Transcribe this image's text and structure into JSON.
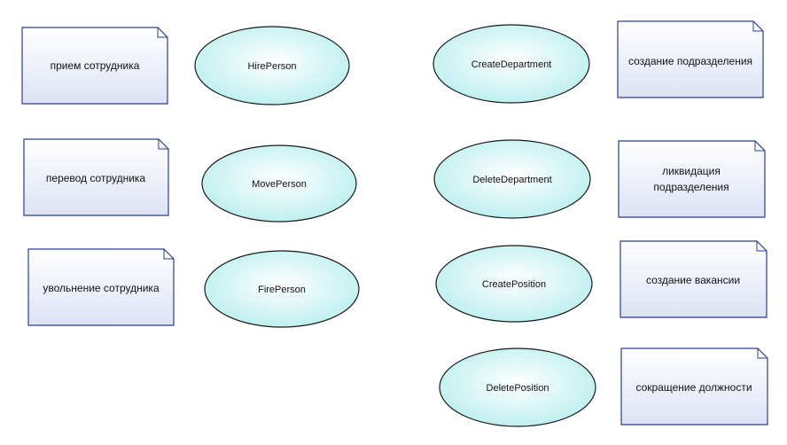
{
  "diagram": {
    "use_cases": [
      {
        "name": "HirePerson",
        "note": [
          "прием сотрудника"
        ]
      },
      {
        "name": "MovePerson",
        "note": [
          "перевод сотрудника"
        ]
      },
      {
        "name": "FirePerson",
        "note": [
          "увольнение сотрудника"
        ]
      },
      {
        "name": "CreateDepartment",
        "note": [
          "создание подразделения"
        ]
      },
      {
        "name": "DeleteDepartment",
        "note": [
          "ликвидация",
          "подразделения"
        ]
      },
      {
        "name": "CreatePosition",
        "note": [
          "создание вакансии"
        ]
      },
      {
        "name": "DeletePosition",
        "note": [
          "сокращение должности"
        ]
      }
    ],
    "colors": {
      "note_fill_top": "#ffffff",
      "note_fill_bottom": "#dde3f4",
      "note_stroke": "#2a3f8f",
      "ellipse_fill_center": "#ffffff",
      "ellipse_fill_edge": "#b9eeee",
      "ellipse_stroke": "#1a1a1a"
    }
  }
}
